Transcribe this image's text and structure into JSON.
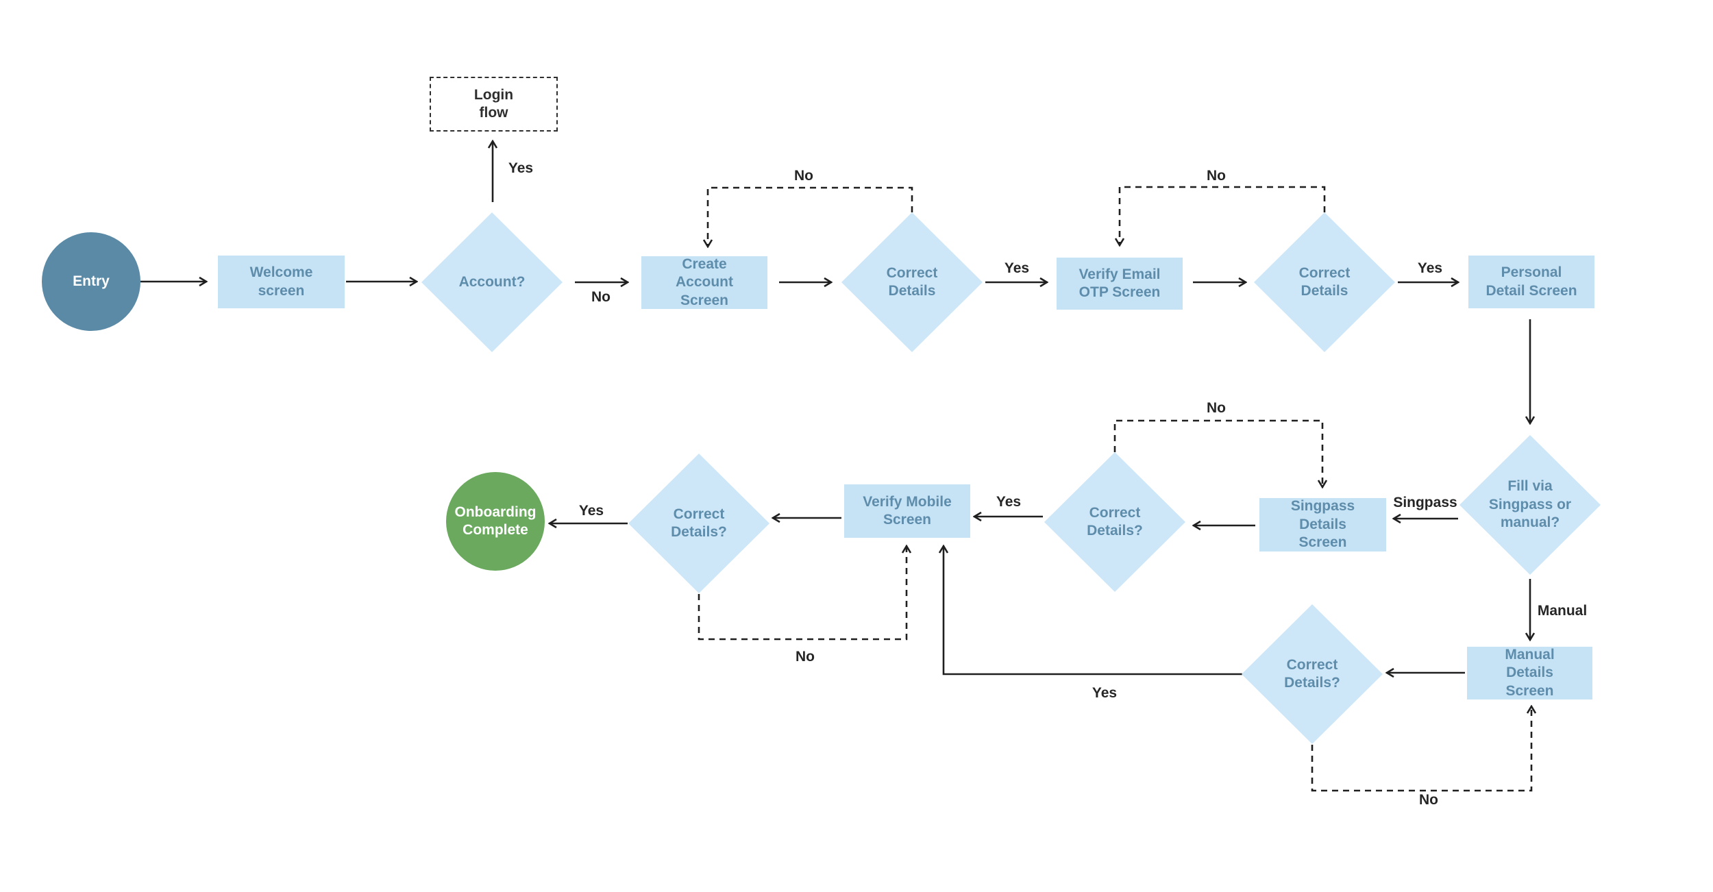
{
  "palette": {
    "node_fill": "#c6e2f5",
    "diamond_fill": "#cde7f8",
    "node_text": "#5e8cab",
    "entry_fill": "#5a8aa6",
    "complete_fill": "#6aa95e",
    "line": "#1f1f1f",
    "label_text": "#262626",
    "ref_text": "#2e2e2e"
  },
  "nodes": {
    "entry": {
      "label": "Entry",
      "type": "start"
    },
    "welcome": {
      "label": "Welcome\nscreen",
      "type": "screen"
    },
    "account": {
      "label": "Account?",
      "type": "decision"
    },
    "login_flow": {
      "label": "Login\nflow",
      "type": "reference"
    },
    "create_account": {
      "label": "Create\nAccount\nScreen",
      "type": "screen"
    },
    "correct_details_1": {
      "label": "Correct\nDetails",
      "type": "decision"
    },
    "verify_email": {
      "label": "Verify Email\nOTP Screen",
      "type": "screen"
    },
    "correct_details_2": {
      "label": "Correct\nDetails",
      "type": "decision"
    },
    "personal_detail": {
      "label": "Personal\nDetail Screen",
      "type": "screen"
    },
    "fill_via": {
      "label": "Fill via\nSingpass or\nmanual?",
      "type": "decision"
    },
    "singpass_details": {
      "label": "Singpass\nDetails\nScreen",
      "type": "screen"
    },
    "correct_details_3": {
      "label": "Correct\nDetails?",
      "type": "decision"
    },
    "verify_mobile": {
      "label": "Verify Mobile\nScreen",
      "type": "screen"
    },
    "correct_details_4": {
      "label": "Correct\nDetails?",
      "type": "decision"
    },
    "onboarding_complete": {
      "label": "Onboarding\nComplete",
      "type": "end"
    },
    "correct_details_5": {
      "label": "Correct\nDetails?",
      "type": "decision"
    },
    "manual_details": {
      "label": "Manual\nDetails\nScreen",
      "type": "screen"
    }
  },
  "edge_labels": {
    "account_yes": "Yes",
    "account_no": "No",
    "create_retry_no": "No",
    "details1_yes": "Yes",
    "email_retry_no": "No",
    "details2_yes": "Yes",
    "fill_singpass": "Singpass",
    "fill_manual": "Manual",
    "singpass_retry_no": "No",
    "details3_yes": "Yes",
    "details4_yes": "Yes",
    "mobile_retry_no": "No",
    "manual_path_yes": "Yes",
    "manual_retry_no": "No"
  },
  "edges": [
    {
      "from": "entry",
      "to": "welcome",
      "label": "",
      "style": "solid"
    },
    {
      "from": "welcome",
      "to": "account",
      "label": "",
      "style": "solid"
    },
    {
      "from": "account",
      "to": "login_flow",
      "label": "Yes",
      "style": "solid"
    },
    {
      "from": "account",
      "to": "create_account",
      "label": "No",
      "style": "solid"
    },
    {
      "from": "create_account",
      "to": "correct_details_1",
      "label": "",
      "style": "solid"
    },
    {
      "from": "correct_details_1",
      "to": "create_account",
      "label": "No",
      "style": "dashed"
    },
    {
      "from": "correct_details_1",
      "to": "verify_email",
      "label": "Yes",
      "style": "solid"
    },
    {
      "from": "verify_email",
      "to": "correct_details_2",
      "label": "",
      "style": "solid"
    },
    {
      "from": "correct_details_2",
      "to": "verify_email",
      "label": "No",
      "style": "dashed"
    },
    {
      "from": "correct_details_2",
      "to": "personal_detail",
      "label": "Yes",
      "style": "solid"
    },
    {
      "from": "personal_detail",
      "to": "fill_via",
      "label": "",
      "style": "solid"
    },
    {
      "from": "fill_via",
      "to": "singpass_details",
      "label": "Singpass",
      "style": "solid"
    },
    {
      "from": "fill_via",
      "to": "manual_details",
      "label": "Manual",
      "style": "solid"
    },
    {
      "from": "singpass_details",
      "to": "correct_details_3",
      "label": "",
      "style": "solid"
    },
    {
      "from": "correct_details_3",
      "to": "singpass_details",
      "label": "No",
      "style": "dashed"
    },
    {
      "from": "correct_details_3",
      "to": "verify_mobile",
      "label": "Yes",
      "style": "solid"
    },
    {
      "from": "verify_mobile",
      "to": "correct_details_4",
      "label": "",
      "style": "solid"
    },
    {
      "from": "correct_details_4",
      "to": "verify_mobile",
      "label": "No",
      "style": "dashed"
    },
    {
      "from": "correct_details_4",
      "to": "onboarding_complete",
      "label": "Yes",
      "style": "solid"
    },
    {
      "from": "manual_details",
      "to": "correct_details_5",
      "label": "",
      "style": "solid"
    },
    {
      "from": "correct_details_5",
      "to": "manual_details",
      "label": "No",
      "style": "dashed"
    },
    {
      "from": "correct_details_5",
      "to": "verify_mobile",
      "label": "Yes",
      "style": "solid"
    }
  ]
}
